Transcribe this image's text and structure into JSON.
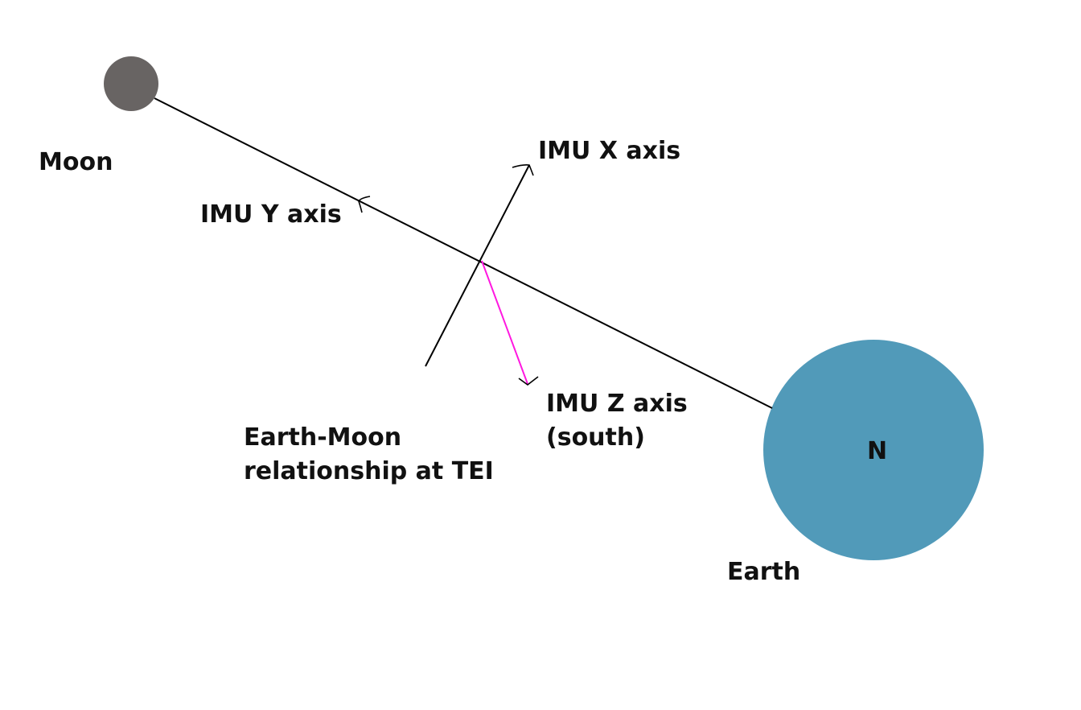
{
  "labels": {
    "moon": "Moon",
    "earth": "Earth",
    "earth_north": "N",
    "imu_x": "IMU X axis",
    "imu_y": "IMU Y axis",
    "imu_z_line1": "IMU Z axis",
    "imu_z_line2": "(south)",
    "caption_line1": "Earth-Moon",
    "caption_line2": "relationship at TEI"
  },
  "colors": {
    "moon": "#686463",
    "earth": "#519ab9",
    "z_axis": "#ff18e0",
    "line": "#000000"
  }
}
